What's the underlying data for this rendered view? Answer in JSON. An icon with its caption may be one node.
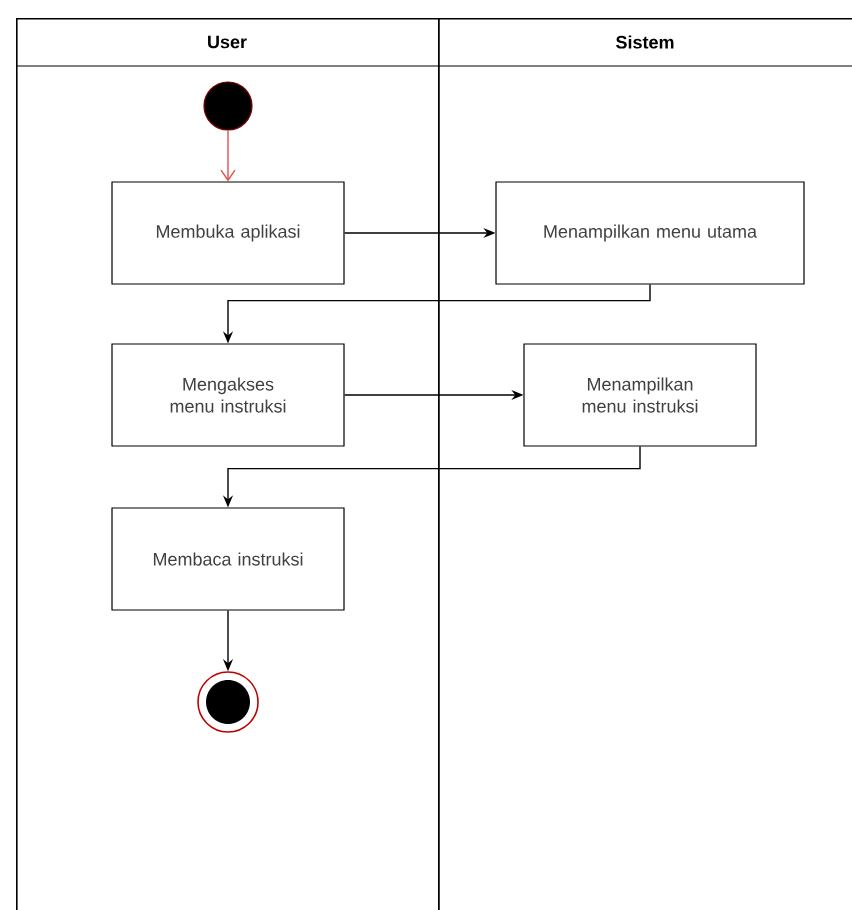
{
  "diagram": {
    "nodes": [
      {
        "text": [
          "User"
        ]
      },
      {
        "text": [
          "Sistem"
        ]
      },
      {
        "text": [],
        "shape": "circle",
        "in": 0
      },
      {
        "text": [
          "Membuka aplikasi"
        ],
        "in": 0
      },
      {
        "text": [
          "Menampilkan menu utama"
        ],
        "in": 1
      },
      {
        "text": [
          "Mengakses menu instruksi"
        ],
        "in": 0
      },
      {
        "text": [
          "Menampilkan menu instruksi"
        ],
        "in": 1
      },
      {
        "text": [
          "Membaca instruksi"
        ],
        "in": 0
      },
      {
        "text": [],
        "shape": "circle",
        "in": 0
      }
    ],
    "edges": [
      {
        "from": 2,
        "to": 3,
        "arrow": "to",
        "color": "#e0504a"
      },
      {
        "from": 3,
        "to": 4,
        "arrow": "to"
      },
      {
        "from": 4,
        "to": 5,
        "arrow": "to"
      },
      {
        "from": 5,
        "to": 6,
        "arrow": "to"
      },
      {
        "from": 6,
        "to": 7,
        "arrow": "to"
      },
      {
        "from": 7,
        "to": 8,
        "arrow": "to"
      }
    ]
  }
}
